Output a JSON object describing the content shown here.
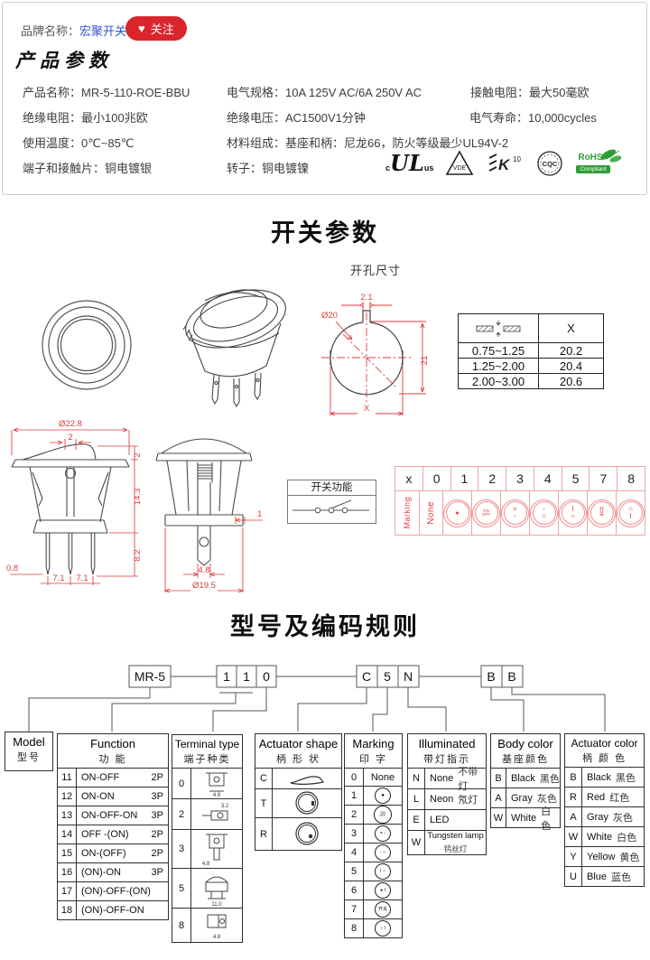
{
  "header": {
    "brand_label": "品牌名称：",
    "brand_name": "宏聚开关",
    "follow_label": "关注",
    "heart": "♥"
  },
  "product": {
    "title": "产品参数",
    "params": [
      "产品名称：MR-5-110-ROE-BBU",
      "电气规格：10A 125V AC/6A 250V AC",
      "接触电阻：最大50毫欧",
      "绝缘电阻：最小100兆欧",
      "绝缘电压：AC1500V1分钟",
      "电气寿命：10,000cycles",
      "使用温度：0℃~85℃",
      "材料组成：基座和柄：尼龙66，防火等级最少UL94V-2",
      "端子和接触片：铜电镀银",
      "转子：铜电镀镍"
    ],
    "certs": {
      "ul_c": "c",
      "ul": "UL",
      "ul_us": "us",
      "vde": "VDE",
      "k10": "10",
      "cqc": "CQC",
      "rohs": "RoHS",
      "rohs2": "Compliant"
    }
  },
  "section1": {
    "title": "开关参数",
    "hole_label": "开孔尺寸",
    "hole_dims": {
      "dia": "Ø20",
      "slot": "2.1",
      "h": "21",
      "x": "X"
    },
    "hole_table": {
      "x": "X",
      "rows": [
        [
          "0.75~1.25",
          "20.2"
        ],
        [
          "1.25~2.00",
          "20.4"
        ],
        [
          "2.00~3.00",
          "20.6"
        ]
      ]
    },
    "side_dims": {
      "dia": "Ø22.8",
      "top2": "2",
      "r2": "2",
      "r143": "14.3",
      "r82": "8.2",
      "b08": "0.8",
      "b71a": "7.1",
      "b71b": "7.1"
    },
    "front_dims": {
      "w48": "4.8",
      "dia": "Ø19.5",
      "off": "1"
    },
    "func_box": {
      "title": "开关功能"
    },
    "marking_strip": {
      "cols": [
        "x",
        "0",
        "1",
        "2",
        "3",
        "4",
        "5",
        "7",
        "8"
      ],
      "row_label": "Marking",
      "none": "None",
      "symbols": [
        {
          "t": "●",
          "b": ""
        },
        {
          "t": "ON",
          "b": "OFF"
        },
        {
          "t": "=",
          "b": "-"
        },
        {
          "t": "-",
          "b": "○"
        },
        {
          "t": "I",
          "b": "○"
        },
        {
          "t": "开",
          "b": "关"
        },
        {
          "t": "○",
          "b": "I"
        }
      ]
    }
  },
  "section2": {
    "title": "型号及编码规则",
    "coding": {
      "model": "MR-5",
      "g1": [
        "1",
        "1",
        "0"
      ],
      "g2": [
        "C",
        "5",
        "N"
      ],
      "g3": [
        "B",
        "B"
      ]
    },
    "tables": {
      "model": {
        "en": "Model",
        "cn": "型号"
      },
      "function": {
        "en": "Function",
        "cn": "功  能",
        "rows": [
          [
            "11",
            "ON-OFF",
            "2P"
          ],
          [
            "12",
            "ON-ON",
            "3P"
          ],
          [
            "13",
            "ON-OFF-ON",
            "3P"
          ],
          [
            "14",
            "OFF -(ON)",
            "2P"
          ],
          [
            "15",
            "ON-(OFF)",
            "2P"
          ],
          [
            "16",
            "(ON)-ON",
            "3P"
          ],
          [
            "17",
            "(ON)-OFF-(ON)",
            ""
          ],
          [
            "18",
            "(ON)-OFF-ON",
            ""
          ]
        ]
      },
      "terminal": {
        "en": "Terminal type",
        "cn": "端子种类",
        "rows": [
          {
            "code": "0",
            "dim": "4.8"
          },
          {
            "code": "2",
            "dim": "3.2"
          },
          {
            "code": "3",
            "dim": "4.8"
          },
          {
            "code": "5",
            "dim": "11.0"
          },
          {
            "code": "8",
            "dim": "4.8"
          }
        ]
      },
      "shape": {
        "en": "Actuator shape",
        "cn": "柄 形 状",
        "rows": [
          "C",
          "T",
          "R"
        ]
      },
      "marking": {
        "en": "Marking",
        "cn": "印  字",
        "rows": [
          [
            "0",
            "None"
          ],
          [
            "1",
            "●"
          ],
          [
            "2",
            "ON OFF"
          ],
          [
            "3",
            "= -"
          ],
          [
            "4",
            "- ○"
          ],
          [
            "5",
            "I ○"
          ],
          [
            "6",
            "● I"
          ],
          [
            "7",
            "开关"
          ],
          [
            "8",
            "○ I"
          ]
        ]
      },
      "illuminated": {
        "en": "Illuminated",
        "cn": "带灯指示",
        "rows": [
          [
            "N",
            "None",
            "不带灯"
          ],
          [
            "L",
            "Neon",
            "氖灯"
          ],
          [
            "E",
            "LED",
            ""
          ],
          [
            "W",
            "Tungsten lamp",
            "钨丝灯"
          ]
        ]
      },
      "body_color": {
        "en": "Body color",
        "cn": "基座颜色",
        "rows": [
          [
            "B",
            "Black",
            "黑色"
          ],
          [
            "A",
            "Gray",
            "灰色"
          ],
          [
            "W",
            "White",
            "白色"
          ]
        ]
      },
      "actuator_color": {
        "en": "Actuator color",
        "cn": "柄 颜 色",
        "rows": [
          [
            "B",
            "Black",
            "黑色"
          ],
          [
            "R",
            "Red",
            "红色"
          ],
          [
            "A",
            "Gray",
            "灰色"
          ],
          [
            "W",
            "White",
            "白色"
          ],
          [
            "Y",
            "Yellow",
            "黄色"
          ],
          [
            "U",
            "Blue",
            "蓝色"
          ]
        ]
      }
    }
  },
  "colors": {
    "accent_red": "#d9252b",
    "link_blue": "#3356d4",
    "dim_red": "#e03b3b",
    "rohs_green": "#2e9e33"
  }
}
